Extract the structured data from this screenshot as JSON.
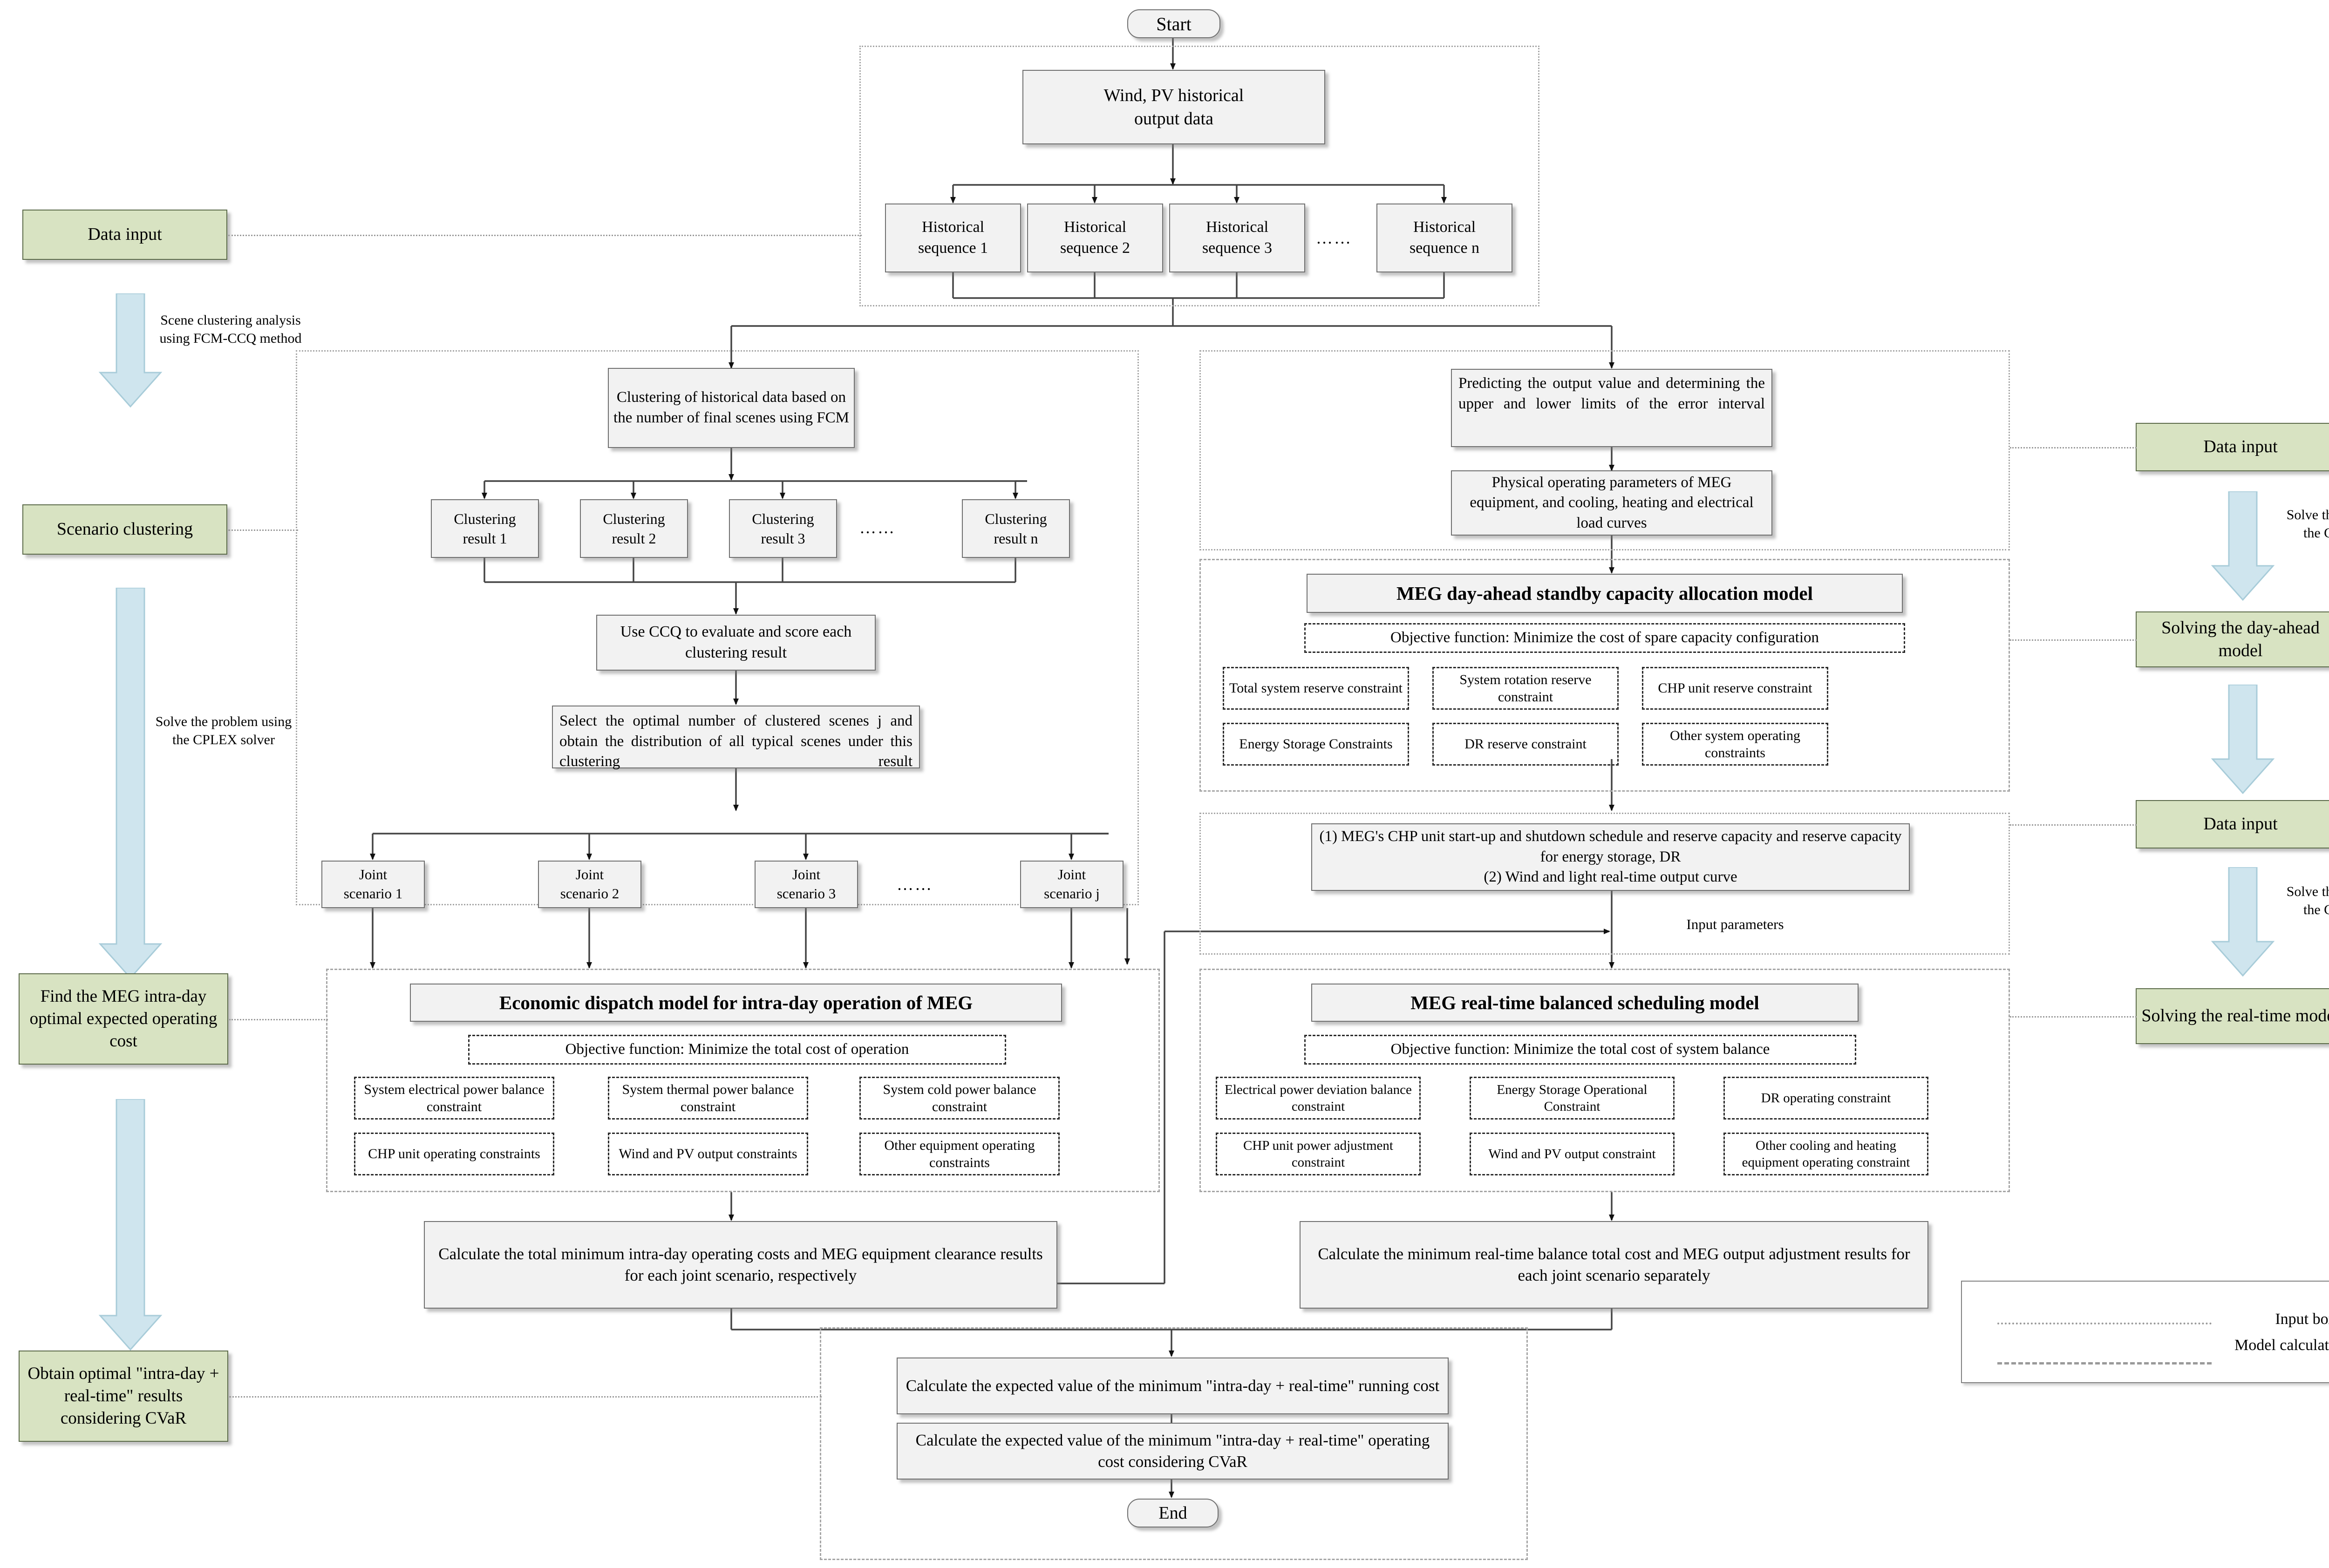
{
  "terminators": {
    "start": "Start",
    "end": "End"
  },
  "input_top": {
    "source": "Wind, PV historical\noutput data",
    "sequences": [
      "Historical\nsequence 1",
      "Historical\nsequence 2",
      "Historical\nsequence 3",
      "Historical\nsequence n"
    ],
    "ellipsis": "……"
  },
  "clustering": {
    "fcm": "Clustering of historical data based on the number of final scenes using FCM",
    "results": [
      "Clustering\nresult 1",
      "Clustering\nresult 2",
      "Clustering\nresult 3",
      "Clustering\nresult n"
    ],
    "ellipsis": "……",
    "ccq": "Use CCQ to evaluate and score each clustering result",
    "select": "Select the optimal number of clustered scenes j and obtain the distribution of all typical scenes under this clustering result",
    "scenarios": [
      "Joint\nscenario 1",
      "Joint\nscenario 2",
      "Joint\nscenario 3",
      "Joint\nscenario j"
    ]
  },
  "forecast": {
    "predict": "Predicting the output value and determining the upper and lower limits of the error interval",
    "physical": "Physical operating parameters of MEG equipment, and cooling, heating and electrical load curves"
  },
  "day_ahead_model": {
    "title": "MEG day-ahead standby capacity allocation model",
    "objective": "Objective function: Minimize the cost of spare capacity configuration",
    "constraints": [
      "Total system reserve constraint",
      "System rotation reserve constraint",
      "CHP unit reserve constraint",
      "Energy Storage Constraints",
      "DR reserve constraint",
      "Other system operating constraints"
    ]
  },
  "day_ahead_output": {
    "text": "(1) MEG's CHP unit start-up and shutdown schedule and reserve capacity and reserve capacity for energy storage, DR\n(2) Wind and light real-time output curve",
    "input_parameters_label": "Input parameters"
  },
  "intraday_model": {
    "title": "Economic dispatch model for intra-day operation of MEG",
    "objective": "Objective function: Minimize the total cost of operation",
    "constraints": [
      "System electrical power balance constraint",
      "System thermal power balance constraint",
      "System cold power balance constraint",
      "CHP unit operating constraints",
      "Wind and PV output constraints",
      "Other equipment operating constraints"
    ]
  },
  "realtime_model": {
    "title": "MEG real-time balanced scheduling model",
    "objective": "Objective function: Minimize the total cost of system balance",
    "constraints": [
      "Electrical power deviation balance constraint",
      "Energy Storage Operational Constraint",
      "DR operating constraint",
      "CHP unit power adjustment constraint",
      "Wind and PV output constraint",
      "Other cooling and heating equipment operating constraint"
    ]
  },
  "results": {
    "intraday": "Calculate the total minimum intra-day operating costs and MEG equipment clearance results for each joint scenario, respectively",
    "realtime": "Calculate the minimum real-time balance total cost and MEG output adjustment results for each joint scenario separately",
    "expected": "Calculate the expected value of the minimum \"intra-day + real-time\" running cost",
    "expected_cvar": "Calculate the expected value of the minimum \"intra-day + real-time\" operating cost considering CVaR"
  },
  "left_rail": {
    "boxes": [
      "Data input",
      "Scenario clustering",
      "Find the MEG intra-day optimal expected operating cost",
      "Obtain optimal \"intra-day + real-time\" results considering CVaR"
    ],
    "notes": [
      "Scene clustering analysis using FCM-CCQ method",
      "Solve the problem using the CPLEX solver"
    ]
  },
  "right_rail": {
    "boxes": [
      "Data input",
      "Solving the day-ahead model",
      "Data input",
      "Solving the real-time model"
    ],
    "notes": [
      "Solve the problem using the CPLEX solver",
      "Solve the problem using the CPLEX solver"
    ]
  },
  "legend": {
    "items": [
      {
        "label": "Input box",
        "style": "dotted"
      },
      {
        "label": "Model calculation box",
        "style": "dashed"
      }
    ]
  },
  "colors": {
    "green_fill": "#d8e3c2",
    "green_border": "#5c6b4a",
    "box_fill": "#f2f2f2",
    "box_border": "#6f6f6f",
    "blue_arrow": "#cfe5ee",
    "blue_arrow_border": "#9fc4d2",
    "container": "#a6a6a6"
  }
}
